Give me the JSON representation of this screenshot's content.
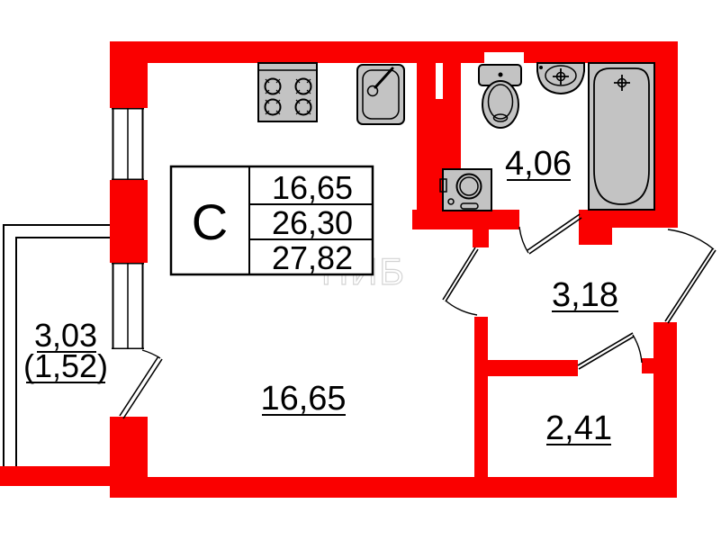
{
  "plan": {
    "summary_table": {
      "type_label": "С",
      "rows": [
        "16,65",
        "26,30",
        "27,82"
      ]
    },
    "room_labels": {
      "studio": "16,65",
      "bathroom": "4,06",
      "hall": "3,18",
      "storage": "2,41",
      "balcony_full": "3,03",
      "balcony_reduced": "(1,52)"
    },
    "watermark": "ПИБ",
    "colors": {
      "wall": "#fa0000",
      "fixture": "#c3c3c3",
      "outline": "#000000",
      "watermark": "#bdbdbd"
    }
  }
}
